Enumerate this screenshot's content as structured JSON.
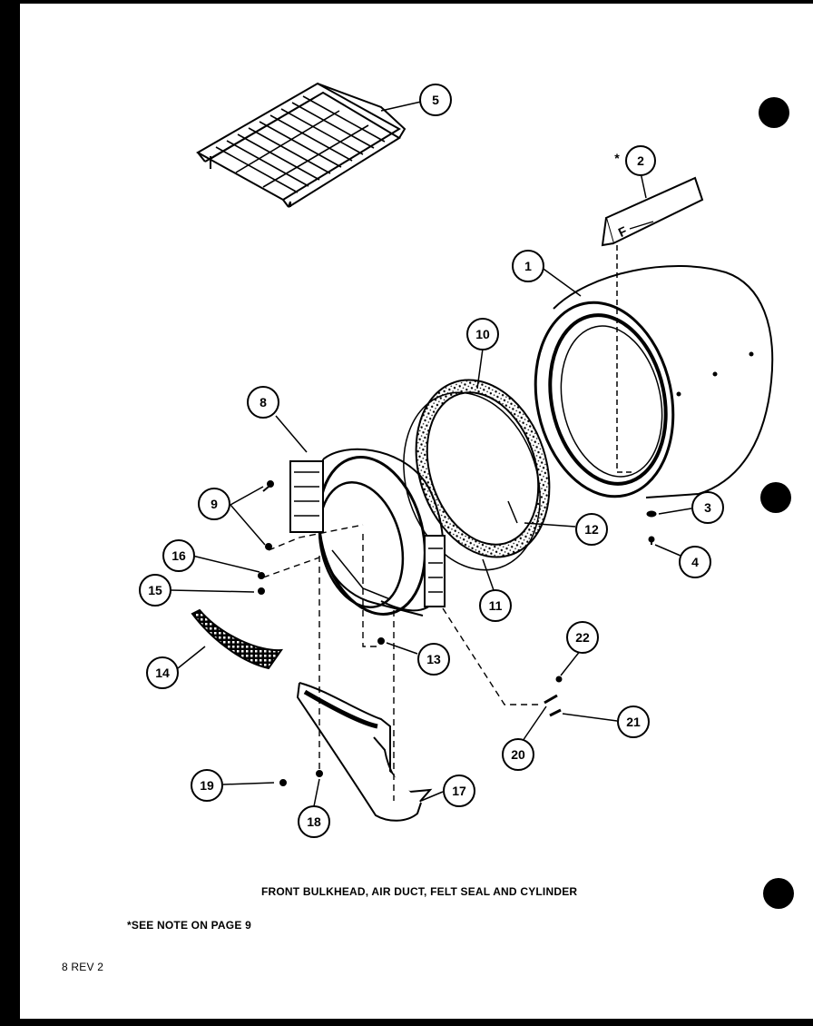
{
  "diagram": {
    "title": "FRONT BULKHEAD, AIR DUCT, FELT SEAL AND CYLINDER",
    "note": "*SEE NOTE ON PAGE 9",
    "page_ref": "8 REV 2",
    "asterisk_mark": "*",
    "bracket_marking": "F",
    "callouts": [
      {
        "id": "1",
        "label": "1"
      },
      {
        "id": "2",
        "label": "2"
      },
      {
        "id": "3",
        "label": "3"
      },
      {
        "id": "4",
        "label": "4"
      },
      {
        "id": "5",
        "label": "5"
      },
      {
        "id": "8",
        "label": "8"
      },
      {
        "id": "9",
        "label": "9"
      },
      {
        "id": "10",
        "label": "10"
      },
      {
        "id": "11",
        "label": "11"
      },
      {
        "id": "12",
        "label": "12"
      },
      {
        "id": "13",
        "label": "13"
      },
      {
        "id": "14",
        "label": "14"
      },
      {
        "id": "15",
        "label": "15"
      },
      {
        "id": "16",
        "label": "16"
      },
      {
        "id": "17",
        "label": "17"
      },
      {
        "id": "18",
        "label": "18"
      },
      {
        "id": "19",
        "label": "19"
      },
      {
        "id": "20",
        "label": "20"
      },
      {
        "id": "21",
        "label": "21"
      },
      {
        "id": "22",
        "label": "22"
      }
    ]
  }
}
